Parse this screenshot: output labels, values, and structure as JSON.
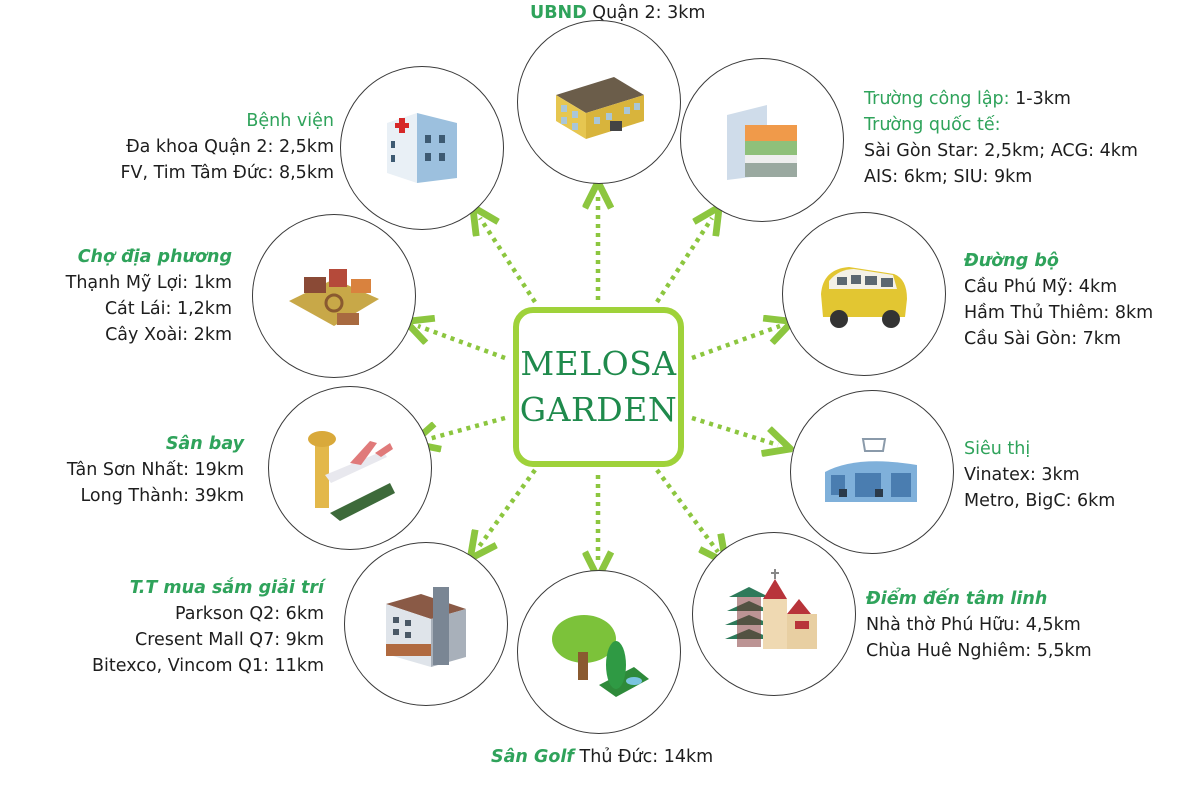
{
  "center": {
    "line1": "MELOSA",
    "line2": "GARDEN",
    "border_color": "#9fd23a",
    "text_color": "#1f8a4c"
  },
  "arrow_color": "#8cc63f",
  "accent_text_color": "#2fa35b",
  "nodes": {
    "ubnd": {
      "title": "UBND",
      "text": " Quận 2: 3km",
      "icon": "government-building-icon"
    },
    "hospital": {
      "title": "Bệnh viện",
      "lines": [
        "Đa khoa Quận 2: 2,5km",
        "FV, Tim Tâm Đức: 8,5km"
      ],
      "icon": "hospital-icon"
    },
    "school": {
      "title1": "Trường công lập:",
      "value1": " 1-3km",
      "title2": "Trường quốc tế:",
      "lines": [
        "Sài Gòn Star: 2,5km; ACG: 4km",
        "AIS: 6km; SIU: 9km"
      ],
      "icon": "school-books-icon"
    },
    "market": {
      "title": "Chợ địa phương",
      "lines": [
        "Thạnh Mỹ Lợi: 1km",
        "Cát Lái: 1,2km",
        "Cây Xoài: 2km"
      ],
      "icon": "market-icon"
    },
    "road": {
      "title": "Đường bộ",
      "lines": [
        "Cầu Phú Mỹ: 4km",
        "Hầm Thủ Thiêm: 8km",
        "Cầu Sài Gòn: 7km"
      ],
      "icon": "van-icon"
    },
    "airport": {
      "title": "Sân bay",
      "lines": [
        "Tân Sơn Nhất: 19km",
        "Long Thành: 39km"
      ],
      "icon": "airport-plane-icon"
    },
    "supermarket": {
      "title": "Siêu thị",
      "lines": [
        "Vinatex: 3km",
        "Metro, BigC: 6km"
      ],
      "icon": "supermarket-cart-icon"
    },
    "shopping": {
      "title": "T.T mua sắm giải trí",
      "lines": [
        "Parkson Q2: 6km",
        "Cresent Mall Q7: 9km",
        "Bitexco, Vincom Q1: 11km"
      ],
      "icon": "shopping-building-icon"
    },
    "golf": {
      "title": "Sân Golf",
      "text": " Thủ Đức: 14km",
      "icon": "golf-tree-icon"
    },
    "spiritual": {
      "title": "Điểm đến tâm linh",
      "lines": [
        "Nhà thờ Phú Hữu: 4,5km",
        "Chùa Huê Nghiêm: 5,5km"
      ],
      "icon": "church-pagoda-icon"
    }
  }
}
